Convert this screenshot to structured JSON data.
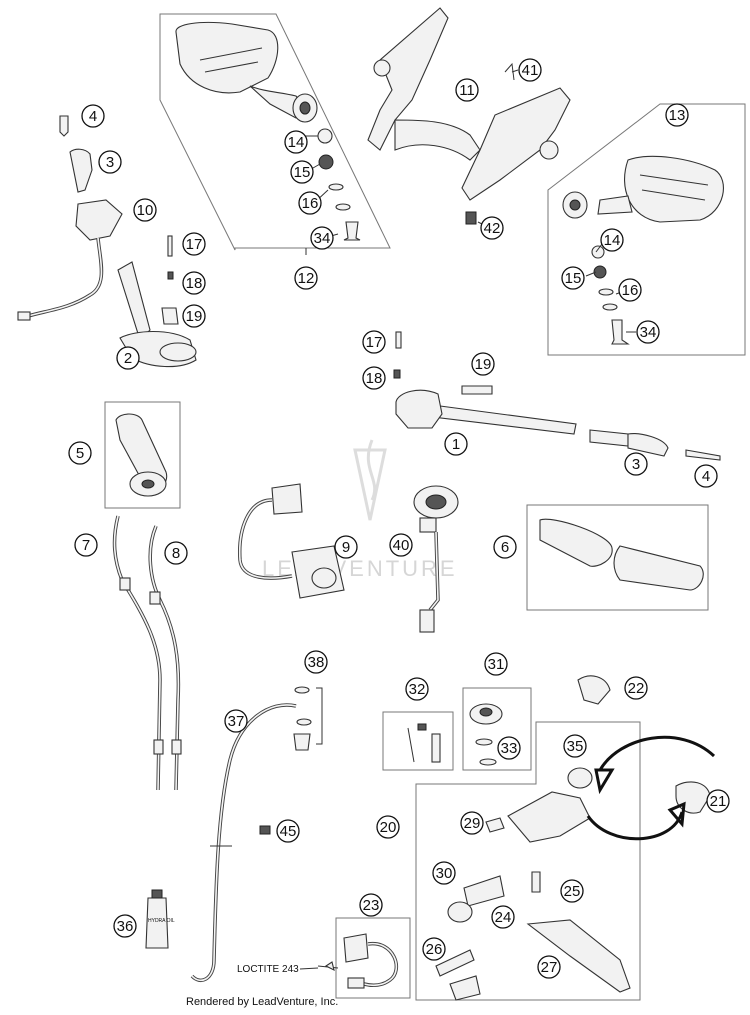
{
  "diagram": {
    "callouts": [
      {
        "id": "c1",
        "label": "1"
      },
      {
        "id": "c2",
        "label": "2"
      },
      {
        "id": "c3a",
        "label": "3"
      },
      {
        "id": "c3b",
        "label": "3"
      },
      {
        "id": "c4a",
        "label": "4"
      },
      {
        "id": "c4b",
        "label": "4"
      },
      {
        "id": "c5",
        "label": "5"
      },
      {
        "id": "c6",
        "label": "6"
      },
      {
        "id": "c7",
        "label": "7"
      },
      {
        "id": "c8",
        "label": "8"
      },
      {
        "id": "c9",
        "label": "9"
      },
      {
        "id": "c10",
        "label": "10"
      },
      {
        "id": "c11",
        "label": "11"
      },
      {
        "id": "c12",
        "label": "12"
      },
      {
        "id": "c13",
        "label": "13"
      },
      {
        "id": "c14a",
        "label": "14"
      },
      {
        "id": "c14b",
        "label": "14"
      },
      {
        "id": "c15a",
        "label": "15"
      },
      {
        "id": "c15b",
        "label": "15"
      },
      {
        "id": "c16a",
        "label": "16"
      },
      {
        "id": "c16b",
        "label": "16"
      },
      {
        "id": "c17a",
        "label": "17"
      },
      {
        "id": "c17b",
        "label": "17"
      },
      {
        "id": "c18a",
        "label": "18"
      },
      {
        "id": "c18b",
        "label": "18"
      },
      {
        "id": "c19a",
        "label": "19"
      },
      {
        "id": "c19b",
        "label": "19"
      },
      {
        "id": "c20",
        "label": "20"
      },
      {
        "id": "c21",
        "label": "21"
      },
      {
        "id": "c22",
        "label": "22"
      },
      {
        "id": "c23",
        "label": "23"
      },
      {
        "id": "c24",
        "label": "24"
      },
      {
        "id": "c25",
        "label": "25"
      },
      {
        "id": "c26",
        "label": "26"
      },
      {
        "id": "c27",
        "label": "27"
      },
      {
        "id": "c29",
        "label": "29"
      },
      {
        "id": "c30",
        "label": "30"
      },
      {
        "id": "c31",
        "label": "31"
      },
      {
        "id": "c32",
        "label": "32"
      },
      {
        "id": "c33",
        "label": "33"
      },
      {
        "id": "c34a",
        "label": "34"
      },
      {
        "id": "c34b",
        "label": "34"
      },
      {
        "id": "c35",
        "label": "35"
      },
      {
        "id": "c36",
        "label": "36"
      },
      {
        "id": "c37",
        "label": "37"
      },
      {
        "id": "c38",
        "label": "38"
      },
      {
        "id": "c40",
        "label": "40"
      },
      {
        "id": "c41",
        "label": "41"
      },
      {
        "id": "c42",
        "label": "42"
      },
      {
        "id": "c45",
        "label": "45"
      }
    ],
    "loctite_label": "LOCTITE 243",
    "bottle_label": "HYDRA OIL",
    "watermark": "LEADVENTURE",
    "footer": "Rendered by LeadVenture, Inc."
  }
}
